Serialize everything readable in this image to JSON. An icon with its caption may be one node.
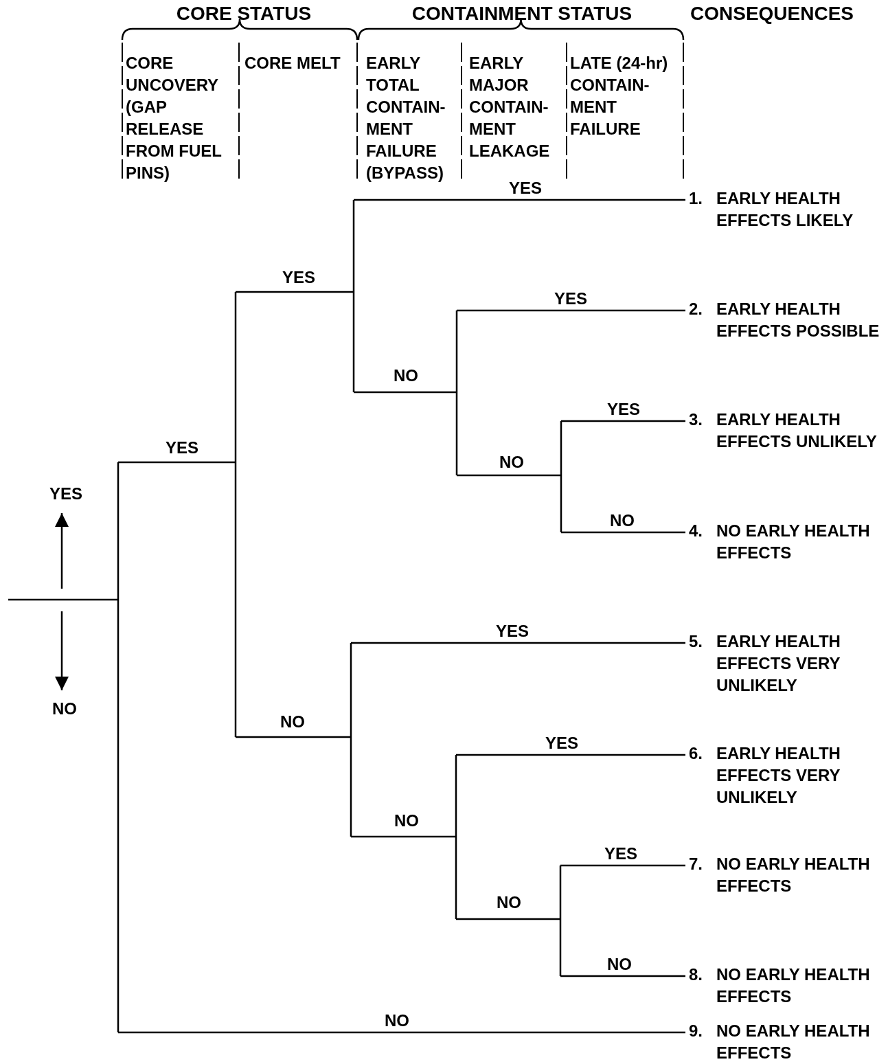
{
  "diagram": {
    "nodes": [
      {
        "text": [
          "1.",
          "EARLY HEALTH EFFECTS LIKELY"
        ]
      },
      {
        "text": [
          "2.",
          "EARLY HEALTH EFFECTS POSSIBLE"
        ]
      },
      {
        "text": [
          "3.",
          "EARLY HEALTH EFFECTS UNLIKELY"
        ]
      },
      {
        "text": [
          "4.",
          "NO EARLY HEALTH EFFECTS"
        ]
      },
      {
        "text": [
          "5.",
          "EARLY HEALTH EFFECTS VERY UNLIKELY"
        ]
      },
      {
        "text": [
          "6.",
          "EARLY HEALTH EFFECTS VERY UNLIKELY"
        ]
      },
      {
        "text": [
          "7.",
          "NO EARLY HEALTH EFFECTS"
        ]
      },
      {
        "text": [
          "8.",
          "NO EARLY HEALTH EFFECTS"
        ]
      },
      {
        "text": [
          "9.",
          "NO EARLY HEALTH EFFECTS"
        ]
      }
    ],
    "edges": [
      {
        "from": null,
        "to": 0,
        "arrow": "none",
        "label": "YES"
      },
      {
        "from": null,
        "to": 1,
        "arrow": "none",
        "label": "YES"
      },
      {
        "from": null,
        "to": 2,
        "arrow": "none",
        "label": "YES"
      },
      {
        "from": null,
        "to": 3,
        "arrow": "none",
        "label": "NO"
      },
      {
        "from": null,
        "to": 4,
        "arrow": "none",
        "label": "YES"
      },
      {
        "from": null,
        "to": 5,
        "arrow": "none",
        "label": "YES"
      },
      {
        "from": null,
        "to": 6,
        "arrow": "none",
        "label": "YES"
      },
      {
        "from": null,
        "to": 7,
        "arrow": "none",
        "label": "NO"
      },
      {
        "from": null,
        "to": 8,
        "arrow": "none",
        "label": "NO"
      }
    ],
    "labels": [
      "CORE STATUS",
      "CONTAINMENT STATUS",
      "CONSEQUENCES",
      "CORE UNCOVERY (GAP RELEASE FROM FUEL PINS)",
      "CORE MELT",
      "EARLY TOTAL CONTAIN- MENT FAILURE (BYPASS)",
      "EARLY MAJOR CONTAIN- MENT LEAKAGE",
      "LATE (24-hr) CONTAIN- MENT FAILURE",
      "YES",
      "NO",
      "YES",
      "NO",
      "YES",
      "NO",
      "NO",
      "NO",
      "NO"
    ]
  }
}
